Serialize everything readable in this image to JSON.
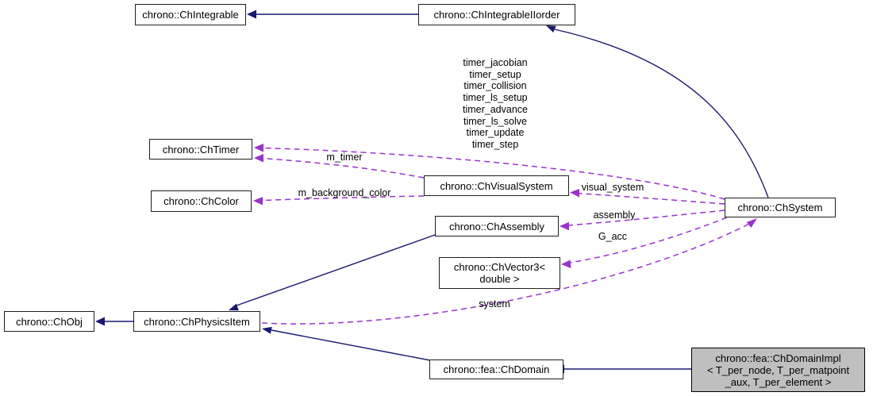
{
  "diagram": {
    "title": "Collaboration graph for chrono::fea::ChDomainImpl",
    "colors": {
      "inheritance_edge": "#191970",
      "usage_edge": "#9a32cd",
      "node_border": "#1f1f1f",
      "node_fill": "#ffffff",
      "focus_node_fill": "#bfbfbf",
      "text": "#000000",
      "background": "#ffffff"
    },
    "nodes": [
      {
        "id": "integrable",
        "label": "chrono::ChIntegrable"
      },
      {
        "id": "integrable2",
        "label": "chrono::ChIntegrableIIorder"
      },
      {
        "id": "timer",
        "label": "chrono::ChTimer"
      },
      {
        "id": "color",
        "label": "chrono::ChColor"
      },
      {
        "id": "visualsystem",
        "label": "chrono::ChVisualSystem"
      },
      {
        "id": "assembly",
        "label": "chrono::ChAssembly"
      },
      {
        "id": "vector3",
        "label": "chrono::ChVector3<\ndouble >"
      },
      {
        "id": "system",
        "label": "chrono::ChSystem"
      },
      {
        "id": "obj",
        "label": "chrono::ChObj"
      },
      {
        "id": "physicsitem",
        "label": "chrono::ChPhysicsItem"
      },
      {
        "id": "domain",
        "label": "chrono::fea::ChDomain"
      },
      {
        "id": "domainimpl",
        "label": "chrono::fea::ChDomainImpl\n< T_per_node, T_per_matpoint\n_aux, T_per_element >"
      }
    ],
    "edge_labels": [
      {
        "id": "timer_fields",
        "text": "timer_jacobian\ntimer_setup\ntimer_collision\ntimer_ls_setup\ntimer_advance\ntimer_ls_solve\ntimer_update\ntimer_step"
      },
      {
        "id": "m_timer",
        "text": "m_timer"
      },
      {
        "id": "m_background_color",
        "text": "m_background_color"
      },
      {
        "id": "visual_system",
        "text": "visual_system"
      },
      {
        "id": "assembly_member",
        "text": "assembly"
      },
      {
        "id": "g_acc",
        "text": "G_acc"
      },
      {
        "id": "system_member",
        "text": "system"
      }
    ],
    "edges": [
      {
        "from": "integrable2",
        "to": "integrable",
        "type": "inheritance"
      },
      {
        "from": "system",
        "to": "integrable2",
        "type": "inheritance"
      },
      {
        "from": "assembly",
        "to": "physicsitem",
        "type": "inheritance"
      },
      {
        "from": "physicsitem",
        "to": "obj",
        "type": "inheritance"
      },
      {
        "from": "domain",
        "to": "physicsitem",
        "type": "inheritance"
      },
      {
        "from": "domainimpl",
        "to": "domain",
        "type": "inheritance"
      },
      {
        "from": "system",
        "to": "timer",
        "type": "usage",
        "label": "timer_jacobian timer_setup timer_collision timer_ls_setup timer_advance timer_ls_solve timer_update timer_step"
      },
      {
        "from": "visualsystem",
        "to": "timer",
        "type": "usage",
        "label": "m_timer"
      },
      {
        "from": "visualsystem",
        "to": "color",
        "type": "usage",
        "label": "m_background_color"
      },
      {
        "from": "system",
        "to": "visualsystem",
        "type": "usage",
        "label": "visual_system"
      },
      {
        "from": "system",
        "to": "assembly",
        "type": "usage",
        "label": "assembly"
      },
      {
        "from": "system",
        "to": "vector3",
        "type": "usage",
        "label": "G_acc"
      },
      {
        "from": "physicsitem",
        "to": "system",
        "type": "usage",
        "label": "system"
      }
    ]
  }
}
